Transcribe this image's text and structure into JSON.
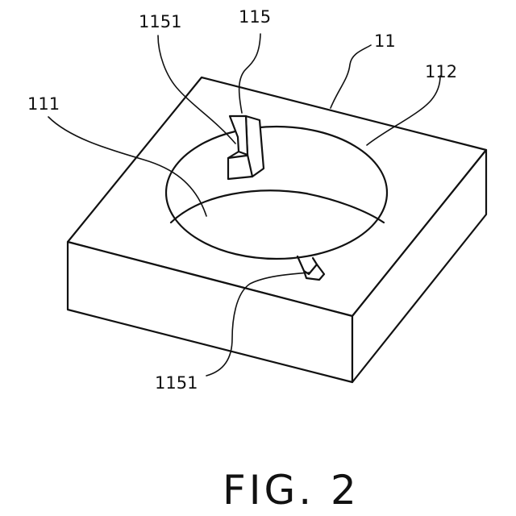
{
  "labels": {
    "block": "11",
    "recess_bottom": "111",
    "top_surface": "112",
    "notch_tab": "115",
    "notch_upper": "1151",
    "notch_lower": "1151"
  },
  "caption": "FIG. 2",
  "colors": {
    "line": "#111111",
    "background": "#ffffff"
  }
}
